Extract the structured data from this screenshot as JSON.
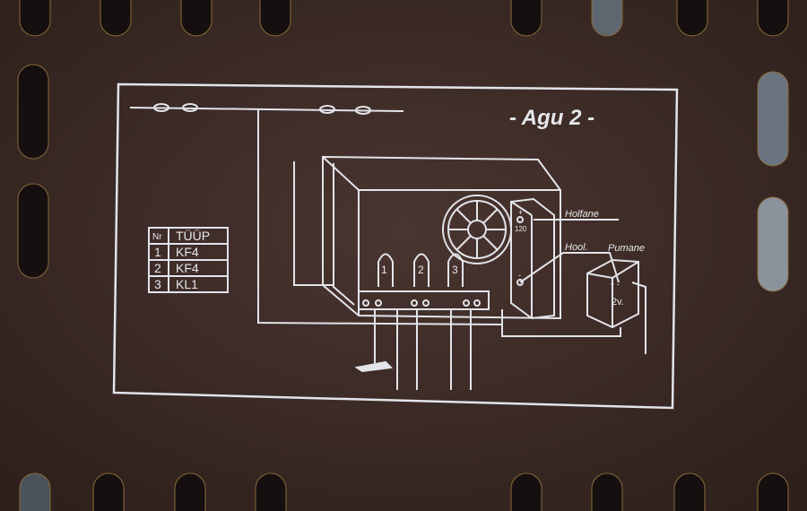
{
  "colors": {
    "panel": "#3e2a24",
    "print": "#e2e4ea",
    "slot": "#15100f",
    "slot_bg": "#7c8590"
  },
  "title": "- Agu 2 -",
  "tube_table": {
    "headers": [
      "Nr",
      "TÜÜP"
    ],
    "rows": [
      [
        "1",
        "KF4"
      ],
      [
        "2",
        "KF4"
      ],
      [
        "3",
        "KL1"
      ]
    ]
  },
  "tube_numbers": [
    "1",
    "2",
    "3"
  ],
  "labels": {
    "speaker": "Holfane",
    "plus_terminal": "+",
    "voltage_120": "120",
    "minus_terminal": "-",
    "nool": "Hool.",
    "battery": "Pumane",
    "battery_voltage": "2v.",
    "battery_poles": "+ -"
  }
}
